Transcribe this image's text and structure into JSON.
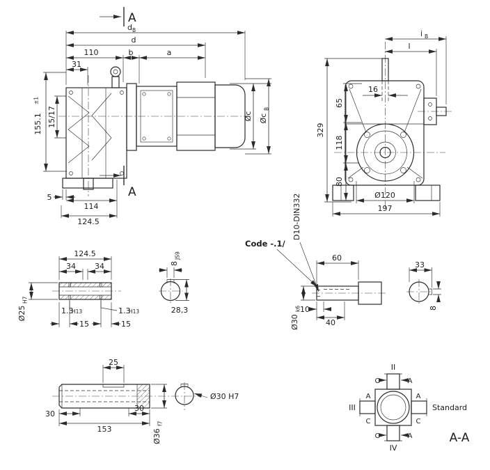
{
  "side_view": {
    "section_top": "A",
    "section_bottom": "A",
    "db_main": "d",
    "db_sub": "B",
    "d": "d",
    "n110": "110",
    "b": "b",
    "a": "a",
    "n31": "31",
    "n155": "155.1",
    "n155_tol": "±1",
    "n15_17": "15/17",
    "oc": "Øc",
    "ocb_main": "Øc",
    "ocb_sub": "B",
    "n5": "5",
    "n114": "114",
    "n124_5": "124.5"
  },
  "front_view": {
    "ib_main": "i",
    "ib_sub": "B",
    "l": "l",
    "n16": "16",
    "n329": "329",
    "n65": "65",
    "n118": "118",
    "n80": "80",
    "o120": "Ø120",
    "n197": "197"
  },
  "hollow_shaft": {
    "n124_5": "124.5",
    "n34_l": "34",
    "n34_r": "34",
    "key_main": "8",
    "key_fit": "JS9",
    "groove_l_main": "1.3",
    "groove_l_fit": "H13",
    "groove_r_main": "1.3",
    "groove_r_fit": "H13",
    "n15_l": "15",
    "n15_r": "15",
    "bore_main": "Ø25",
    "bore_fit": "H7",
    "n28_3": "28,3"
  },
  "input_shaft": {
    "code": "Code -.1/",
    "din": "D10-DIN332",
    "n60": "60",
    "n10": "10",
    "n40": "40",
    "dia_main": "Ø30",
    "dia_fit": "k6",
    "n33": "33",
    "key_w": "8"
  },
  "output_shaft": {
    "n25": "25",
    "n30_l": "30",
    "n153": "153",
    "n30_r": "30",
    "dia_main": "Ø36",
    "dia_fit": "f7",
    "bore": "Ø30 H7"
  },
  "positions": {
    "top": "II",
    "left": "III",
    "bottom": "IV",
    "standard": "Standard",
    "section": "A-A",
    "corner_labels": {
      "top_left": "C",
      "top_right": "A",
      "left_top": "A",
      "left_bottom": "C",
      "right_top": "A",
      "right_bottom": "C",
      "bottom_left": "C",
      "bottom_right": "A"
    }
  }
}
